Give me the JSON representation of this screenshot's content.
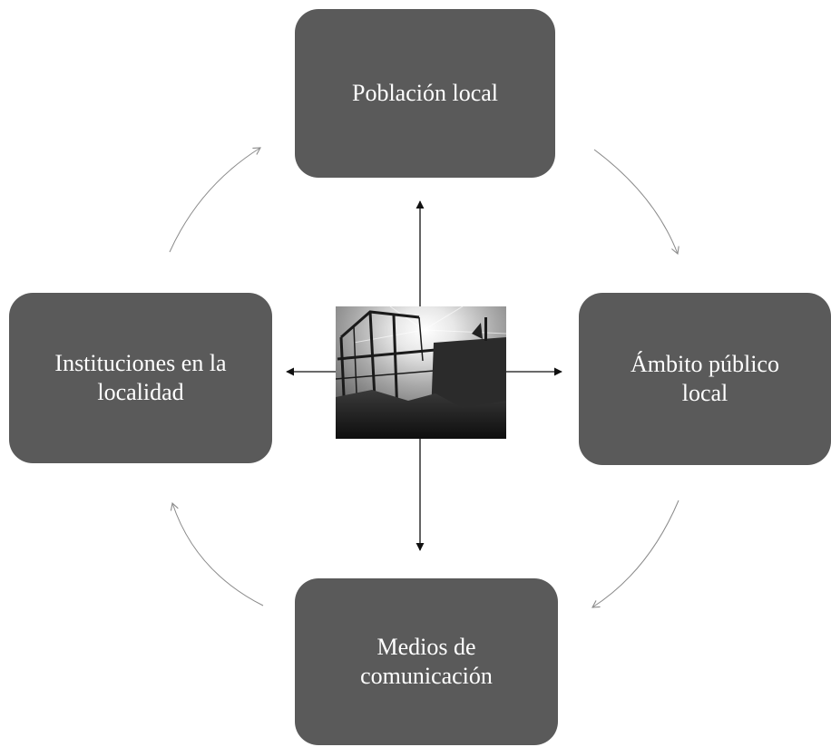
{
  "nodes": {
    "top": {
      "lines": [
        "Población local"
      ]
    },
    "left": {
      "lines": [
        "Instituciones en la",
        "localidad"
      ]
    },
    "right": {
      "lines": [
        "Ámbito público",
        "local"
      ]
    },
    "bottom": {
      "lines": [
        "Medios de",
        "comunicación"
      ]
    }
  },
  "colors": {
    "node_fill": "#5a5a5a",
    "node_text": "#ffffff",
    "arrow": "#111111",
    "cycle_arrow": "#8a8a8a"
  },
  "center_image": {
    "icon": "construction-silhouette-photo"
  }
}
